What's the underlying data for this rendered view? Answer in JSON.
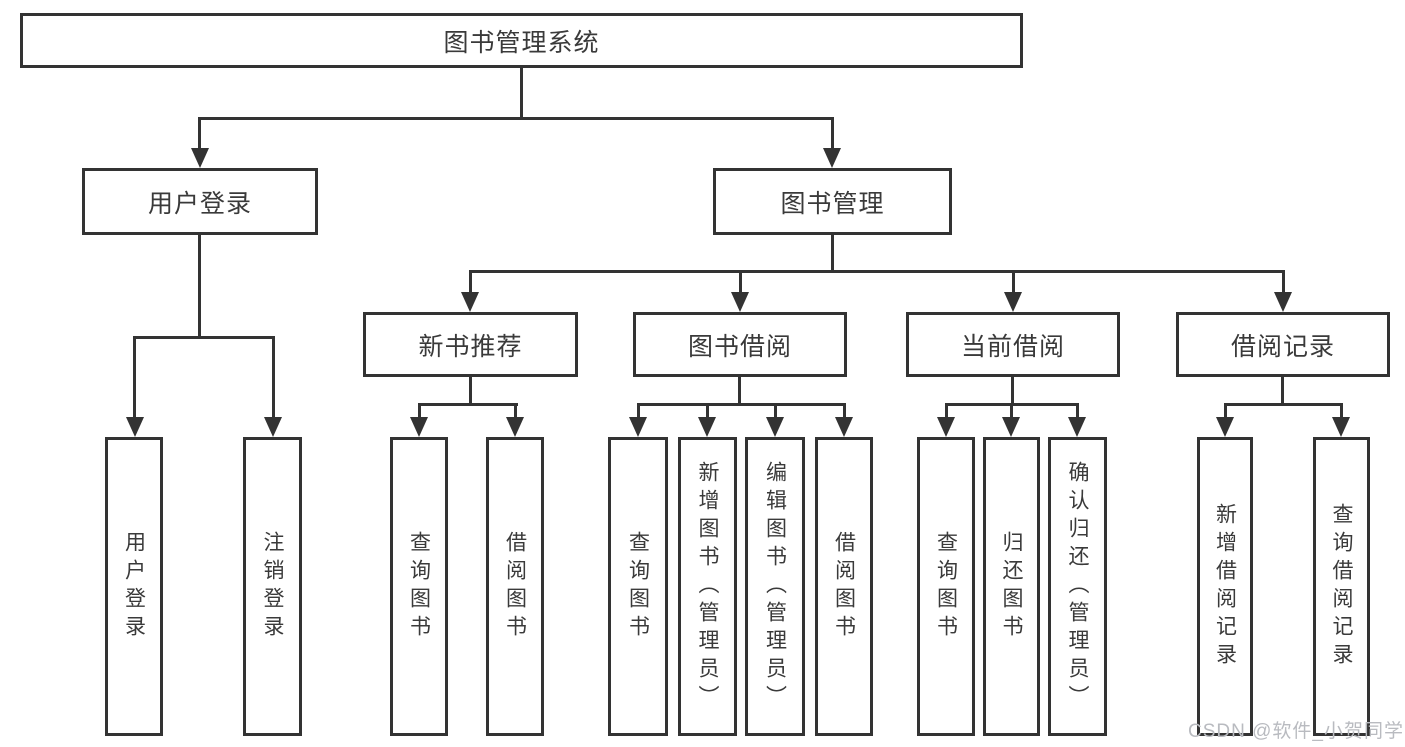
{
  "diagram": {
    "title": "图书管理系统",
    "type": "hierarchy-tree",
    "colors": {
      "line": "#333333",
      "box_border": "#333333",
      "text": "#3a3a3a",
      "background": "#ffffff",
      "watermark": "#b9bbc0"
    },
    "tree": {
      "label": "图书管理系统",
      "children": [
        {
          "label": "用户登录",
          "children": [
            {
              "label": "用户登录"
            },
            {
              "label": "注销登录"
            }
          ]
        },
        {
          "label": "图书管理",
          "children": [
            {
              "label": "新书推荐",
              "children": [
                {
                  "label": "查询图书"
                },
                {
                  "label": "借阅图书"
                }
              ]
            },
            {
              "label": "图书借阅",
              "children": [
                {
                  "label": "查询图书"
                },
                {
                  "label": "新增图书（管理员）"
                },
                {
                  "label": "编辑图书（管理员）"
                },
                {
                  "label": "借阅图书"
                }
              ]
            },
            {
              "label": "当前借阅",
              "children": [
                {
                  "label": "查询图书"
                },
                {
                  "label": "归还图书"
                },
                {
                  "label": "确认归还（管理员）"
                }
              ]
            },
            {
              "label": "借阅记录",
              "children": [
                {
                  "label": "新增借阅记录"
                },
                {
                  "label": "查询借阅记录"
                }
              ]
            }
          ]
        }
      ]
    }
  },
  "watermark": {
    "text": "CSDN @软件_小贺同学"
  }
}
